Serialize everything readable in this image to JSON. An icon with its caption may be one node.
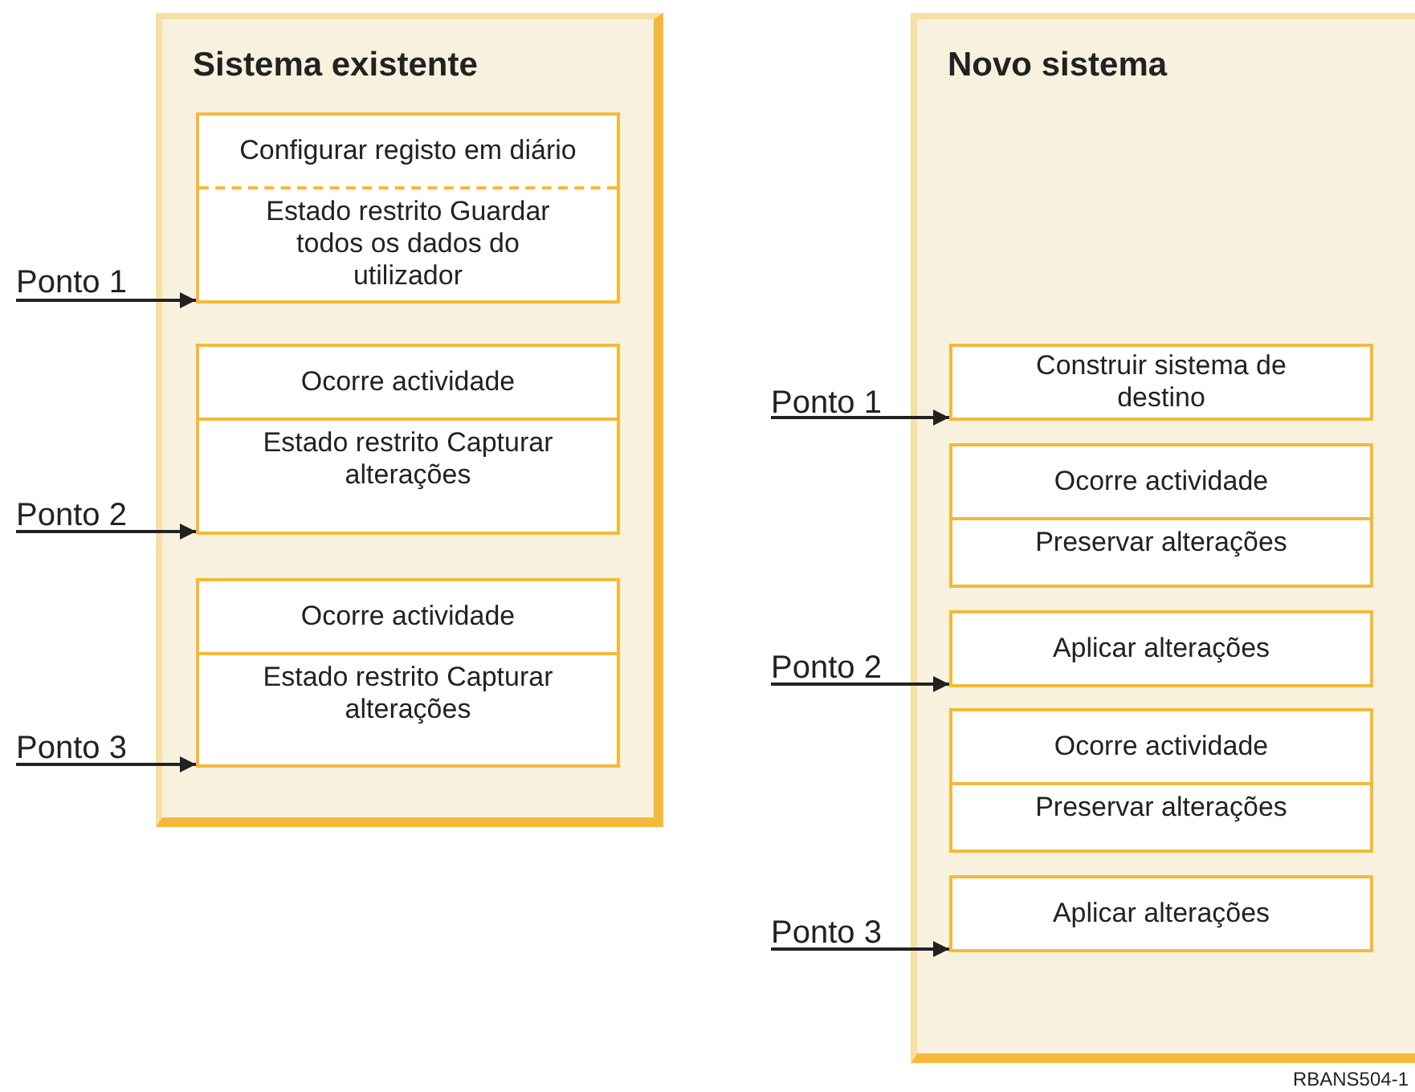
{
  "diagram": {
    "nodes": [
      {
        "text": [
          "Sistema existente"
        ]
      },
      {
        "text": [
          "Configurar registo em diário",
          "Estado restrito Guardar todos os dados do utilizador"
        ],
        "in": 0
      },
      {
        "text": [
          "Ocorre actividade",
          "Estado restrito Capturar alterações"
        ],
        "in": 0
      },
      {
        "text": [
          "Ocorre actividade",
          "Estado restrito Capturar alterações"
        ],
        "in": 0
      },
      {
        "text": [
          "Novo sistema"
        ]
      },
      {
        "text": [
          "Construir sistema de destino"
        ],
        "in": 4
      },
      {
        "text": [
          "Ocorre actividade",
          "Preservar alterações"
        ],
        "in": 4
      },
      {
        "text": [
          "Aplicar alterações"
        ],
        "in": 4
      },
      {
        "text": [
          "Ocorre actividade",
          "Preservar alterações"
        ],
        "in": 4
      },
      {
        "text": [
          "Aplicar alterações"
        ],
        "in": 4
      },
      {
        "text": [
          "Ponto 1"
        ]
      },
      {
        "text": [
          "Ponto 2"
        ]
      },
      {
        "text": [
          "Ponto 3"
        ]
      },
      {
        "text": [
          "Ponto 1"
        ]
      },
      {
        "text": [
          "Ponto 2"
        ]
      },
      {
        "text": [
          "Ponto 3"
        ]
      }
    ],
    "edges": [
      {
        "from": 10,
        "to": 1,
        "arrow": "to"
      },
      {
        "from": 11,
        "to": 2,
        "arrow": "to"
      },
      {
        "from": 12,
        "to": 3,
        "arrow": "to"
      },
      {
        "from": 13,
        "to": 5,
        "arrow": "to"
      },
      {
        "from": 14,
        "to": 7,
        "arrow": "to"
      },
      {
        "from": 15,
        "to": 9,
        "arrow": "to"
      }
    ],
    "labels": [
      "RBANS504-1"
    ]
  }
}
